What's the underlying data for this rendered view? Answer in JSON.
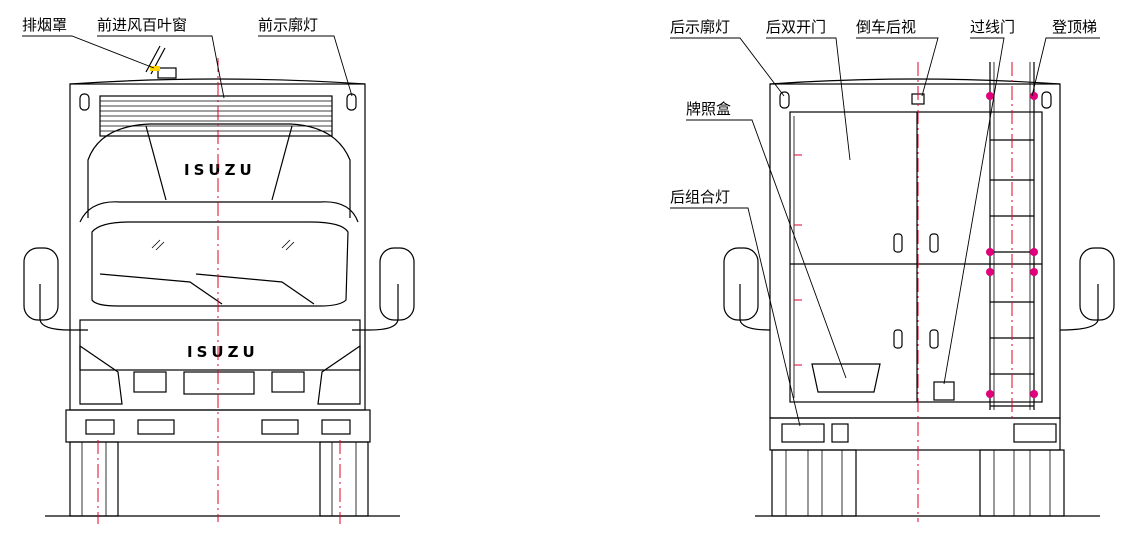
{
  "front_view": {
    "labels": {
      "smoke_hood": "排烟罩",
      "front_louver": "前进风百叶窗",
      "front_marker_lamp": "前示廓灯"
    },
    "brand_upper": "ISUZU",
    "brand_lower": "ISUZU"
  },
  "rear_view": {
    "labels": {
      "rear_marker_lamp": "后示廓灯",
      "rear_double_door": "后双开门",
      "reversing_camera": "倒车后视",
      "cable_door": "过线门",
      "roof_ladder": "登顶梯",
      "license_plate_box": "牌照盒",
      "rear_combination_lamp": "后组合灯"
    }
  },
  "colors": {
    "line": "#000000",
    "centerline": "#e0002a",
    "ladder_joint": "#e0007a",
    "marker": "#ffd400"
  }
}
